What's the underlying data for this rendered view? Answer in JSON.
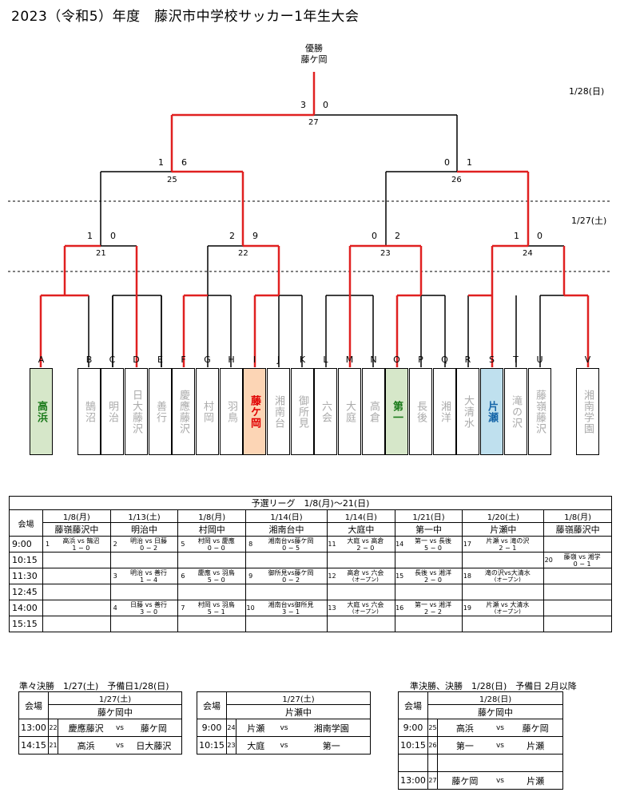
{
  "title": "2023（令和5）年度　藤沢市中学校サッカー1年生大会",
  "champion": {
    "label": "優勝",
    "team": "藤ケ岡"
  },
  "dates": {
    "top": "1/28(日)",
    "mid": "1/27(土)"
  },
  "scores": {
    "m27": {
      "l": "3",
      "r": "0",
      "n": "27"
    },
    "m25": {
      "l": "1",
      "r": "6",
      "n": "25"
    },
    "m26": {
      "l": "0",
      "r": "1",
      "n": "26"
    },
    "m21": {
      "l": "1",
      "r": "0",
      "n": "21"
    },
    "m22": {
      "l": "2",
      "r": "9",
      "n": "22"
    },
    "m23": {
      "l": "0",
      "r": "2",
      "n": "23"
    },
    "m24": {
      "l": "1",
      "r": "0",
      "n": "24"
    }
  },
  "teams": [
    {
      "letter": "A",
      "name": "高浜"
    },
    {
      "letter": "B",
      "name": "鵠沼"
    },
    {
      "letter": "C",
      "name": "明治"
    },
    {
      "letter": "D",
      "name": "日大藤沢"
    },
    {
      "letter": "E",
      "name": "善行"
    },
    {
      "letter": "F",
      "name": "慶應藤沢"
    },
    {
      "letter": "G",
      "name": "村岡"
    },
    {
      "letter": "H",
      "name": "羽鳥"
    },
    {
      "letter": "I",
      "name": "藤ケ岡"
    },
    {
      "letter": "J",
      "name": "湘南台"
    },
    {
      "letter": "K",
      "name": "御所見"
    },
    {
      "letter": "L",
      "name": "六会"
    },
    {
      "letter": "M",
      "name": "大庭"
    },
    {
      "letter": "N",
      "name": "高倉"
    },
    {
      "letter": "O",
      "name": "第一"
    },
    {
      "letter": "P",
      "name": "長後"
    },
    {
      "letter": "Q",
      "name": "湘洋"
    },
    {
      "letter": "R",
      "name": "大清水"
    },
    {
      "letter": "S",
      "name": "片瀬"
    },
    {
      "letter": "T",
      "name": "滝の沢"
    },
    {
      "letter": "U",
      "name": "藤嶺藤沢"
    },
    {
      "letter": "V",
      "name": "湘南学園"
    }
  ],
  "colors": {
    "win_line": "#e02020",
    "green": "#d6e7c9",
    "orange": "#fcd5b5",
    "blue": "#bfe0ee"
  },
  "league": {
    "title": "予選リーグ　1/8(月)〜21(日)",
    "venue_label": "会場",
    "dates": [
      "1/8(月)",
      "1/13(土)",
      "1/8(月)",
      "1/14(日)",
      "1/14(日)",
      "1/21(日)",
      "1/20(土)",
      "1/8(月)"
    ],
    "venues": [
      "藤嶺藤沢中",
      "明治中",
      "村岡中",
      "湘南台中",
      "大庭中",
      "第一中",
      "片瀬中",
      "藤嶺藤沢中"
    ],
    "times": [
      "9:00",
      "10:15",
      "11:30",
      "12:45",
      "14:00",
      "15:15"
    ],
    "matches": {
      "m1": {
        "n": "1",
        "t": "高浜 vs 鵠沼",
        "s": "1 − 0"
      },
      "m2": {
        "n": "2",
        "t": "明治 vs 日藤",
        "s": "0 − 2"
      },
      "m3": {
        "n": "3",
        "t": "明治 vs 善行",
        "s": "1 − 4"
      },
      "m4": {
        "n": "4",
        "t": "日藤 vs 善行",
        "s": "3 − 0"
      },
      "m5": {
        "n": "5",
        "t": "村岡 vs 慶應",
        "s": "0 − 0"
      },
      "m6": {
        "n": "6",
        "t": "慶應 vs 羽鳥",
        "s": "5 − 0"
      },
      "m7": {
        "n": "7",
        "t": "村岡 vs 羽鳥",
        "s": "5 − 1"
      },
      "m8": {
        "n": "8",
        "t": "湘南台vs藤ケ岡",
        "s": "0 − 5"
      },
      "m9": {
        "n": "9",
        "t": "御所見vs藤ケ岡",
        "s": "0 − 2"
      },
      "m10": {
        "n": "10",
        "t": "湘南台vs御所見",
        "s": "3 − 1"
      },
      "m11": {
        "n": "11",
        "t": "大庭 vs 高倉",
        "s": "2 − 0"
      },
      "m12": {
        "n": "12",
        "t": "高倉 vs 六会",
        "s": "(オープン)"
      },
      "m13": {
        "n": "13",
        "t": "大庭 vs 六会",
        "s": "(オープン)"
      },
      "m14": {
        "n": "14",
        "t": "第一 vs 長後",
        "s": "5 − 0"
      },
      "m15": {
        "n": "15",
        "t": "長後 vs 湘洋",
        "s": "2 − 0"
      },
      "m16": {
        "n": "16",
        "t": "第一 vs 湘洋",
        "s": "2 − 2"
      },
      "m17": {
        "n": "17",
        "t": "片瀬 vs 滝の沢",
        "s": "2 − 1"
      },
      "m18": {
        "n": "18",
        "t": "滝の沢vs大清水",
        "s": "(オープン)"
      },
      "m19": {
        "n": "19",
        "t": "片瀬 vs 大清水",
        "s": "(オープン)"
      },
      "m20": {
        "n": "20",
        "t": "藤嶺 vs 湘学",
        "s": "0 − 1"
      }
    }
  },
  "qf": {
    "title": "準々決勝　1/27(土)　予備日1/28(日)",
    "venue_label": "会場",
    "t1": {
      "date": "1/27(土)",
      "venue": "藤ケ岡中",
      "rows": [
        {
          "time": "13:00",
          "n": "22",
          "a": "慶應藤沢",
          "vs": "vs",
          "b": "藤ケ岡"
        },
        {
          "time": "14:15",
          "n": "21",
          "a": "高浜",
          "vs": "vs",
          "b": "日大藤沢"
        }
      ]
    },
    "t2": {
      "date": "1/27(土)",
      "venue": "片瀬中",
      "rows": [
        {
          "time": "9:00",
          "n": "24",
          "a": "片瀬",
          "vs": "vs",
          "b": "湘南学園"
        },
        {
          "time": "10:15",
          "n": "23",
          "a": "大庭",
          "vs": "vs",
          "b": "第一"
        }
      ]
    }
  },
  "sf": {
    "title": "準決勝、決勝　1/28(日)　予備日 2月以降",
    "venue_label": "会場",
    "date": "1/28(日)",
    "venue": "藤ケ岡中",
    "rows": [
      {
        "time": "9:00",
        "n": "25",
        "a": "高浜",
        "vs": "vs",
        "b": "藤ケ岡"
      },
      {
        "time": "10:15",
        "n": "26",
        "a": "第一",
        "vs": "vs",
        "b": "片瀬"
      },
      {
        "time": "",
        "n": "",
        "a": "",
        "vs": "",
        "b": ""
      },
      {
        "time": "13:00",
        "n": "27",
        "a": "藤ケ岡",
        "vs": "vs",
        "b": "片瀬"
      }
    ]
  }
}
